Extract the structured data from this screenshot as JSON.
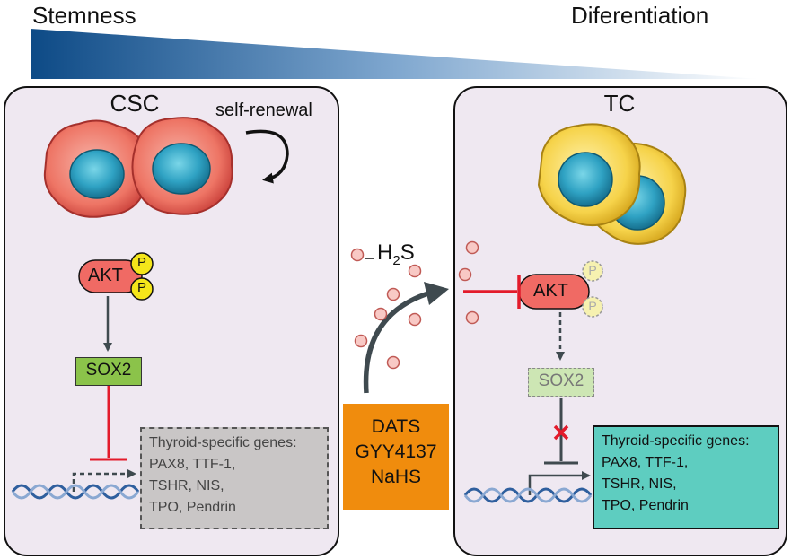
{
  "header": {
    "left_label": "Stemness",
    "right_label": "Diferentiation",
    "gradient_colors": [
      "#0d4a86",
      "#ffffff"
    ]
  },
  "csc_panel": {
    "title": "CSC",
    "self_renewal_label": "self-renewal",
    "akt_label": "AKT",
    "phospho_label": "P",
    "sox2_label": "SOX2",
    "genes_title": "Thyroid-specific genes:",
    "genes_lines": [
      "PAX8, TTF-1,",
      "TSHR, NIS,",
      "TPO, Pendrin"
    ]
  },
  "tc_panel": {
    "title": "TC",
    "akt_label": "AKT",
    "phospho_label": "P",
    "sox2_label": "SOX2",
    "genes_title": "Thyroid-specific genes:",
    "genes_lines": [
      "PAX8, TTF-1,",
      "TSHR, NIS,",
      "TPO, Pendrin"
    ]
  },
  "center": {
    "h2s_main": "H",
    "h2s_sub": "2",
    "h2s_end": "S",
    "donors": [
      "DATS",
      "GYY4137",
      "NaHS"
    ]
  },
  "colors": {
    "panel_bg": "#efe8f1",
    "akt_fill": "#f06a64",
    "phospho_fill": "#f5e61a",
    "sox2_fill": "#8bc34a",
    "genes_inactive": "#c9c6c6",
    "genes_active": "#5ecdc0",
    "donor_box": "#f08c0d",
    "inhibit_red": "#e31b2b",
    "arrow_gray": "#3f4a4f"
  }
}
